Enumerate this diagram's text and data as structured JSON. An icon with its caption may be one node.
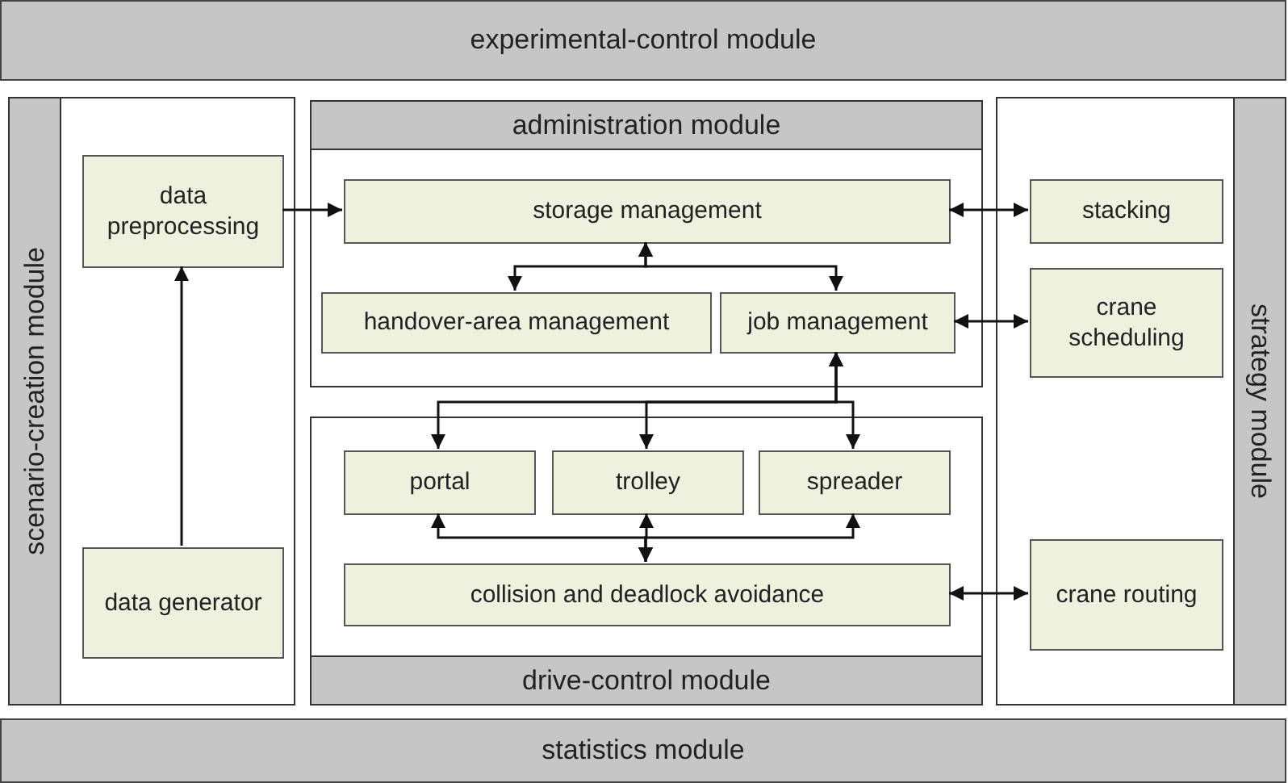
{
  "diagram": {
    "nodes": [
      {
        "text": [
          "experimental-control module"
        ]
      },
      {
        "text": [
          "scenario-creation module"
        ]
      },
      {
        "text": [
          "data preprocessing"
        ],
        "in": 1
      },
      {
        "text": [
          "data generator"
        ],
        "in": 1
      },
      {
        "text": [
          "administration module"
        ]
      },
      {
        "text": [
          "storage management"
        ],
        "in": 4
      },
      {
        "text": [
          "handover-area management"
        ],
        "in": 4
      },
      {
        "text": [
          "job management"
        ],
        "in": 4
      },
      {
        "text": [
          "drive-control module"
        ]
      },
      {
        "text": [
          "portal"
        ],
        "in": 8
      },
      {
        "text": [
          "trolley"
        ],
        "in": 8
      },
      {
        "text": [
          "spreader"
        ],
        "in": 8
      },
      {
        "text": [
          "collision and deadlock avoidance"
        ],
        "in": 8
      },
      {
        "text": [
          "strategy module"
        ]
      },
      {
        "text": [
          "stacking"
        ],
        "in": 13
      },
      {
        "text": [
          "crane scheduling"
        ],
        "in": 13
      },
      {
        "text": [
          "crane routing"
        ],
        "in": 13
      },
      {
        "text": [
          "statistics module"
        ]
      }
    ],
    "edges": [
      {
        "from": 3,
        "to": 2,
        "arrow": "to"
      },
      {
        "from": 2,
        "to": 5,
        "arrow": "to"
      },
      {
        "from": 5,
        "to": 6,
        "arrow": "both"
      },
      {
        "from": 5,
        "to": 7,
        "arrow": "both"
      },
      {
        "from": 5,
        "to": 14,
        "arrow": "both"
      },
      {
        "from": 7,
        "to": 15,
        "arrow": "both"
      },
      {
        "from": 7,
        "to": 9,
        "arrow": "both"
      },
      {
        "from": 7,
        "to": 10,
        "arrow": "both"
      },
      {
        "from": 7,
        "to": 11,
        "arrow": "both"
      },
      {
        "from": 12,
        "to": 9,
        "arrow": "both"
      },
      {
        "from": 12,
        "to": 10,
        "arrow": "both"
      },
      {
        "from": 12,
        "to": 11,
        "arrow": "both"
      },
      {
        "from": 12,
        "to": 16,
        "arrow": "both"
      }
    ]
  }
}
